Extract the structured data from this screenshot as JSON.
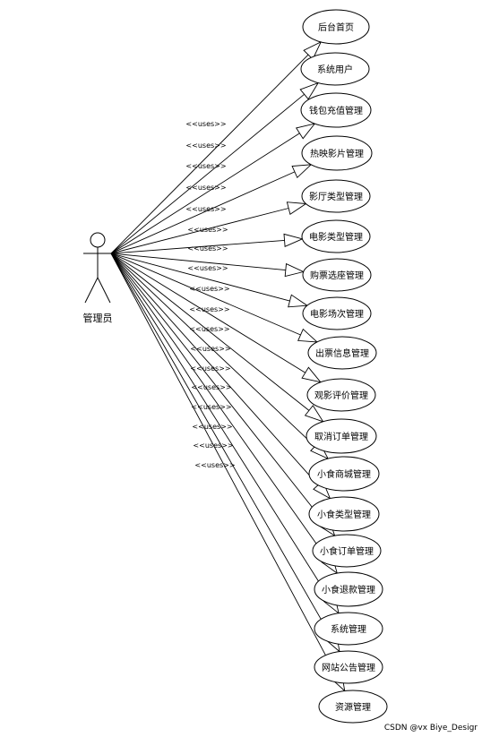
{
  "actor": {
    "name": "管理员",
    "icon": "stick-figure-icon"
  },
  "relation_label": "<<uses>>",
  "use_cases": [
    {
      "label": "后台首页"
    },
    {
      "label": "系统用户"
    },
    {
      "label": "钱包充值管理"
    },
    {
      "label": "热映影片管理"
    },
    {
      "label": "影厅类型管理"
    },
    {
      "label": "电影类型管理"
    },
    {
      "label": "购票选座管理"
    },
    {
      "label": "电影场次管理"
    },
    {
      "label": "出票信息管理"
    },
    {
      "label": "观影评价管理"
    },
    {
      "label": "取消订单管理"
    },
    {
      "label": "小食商城管理"
    },
    {
      "label": "小食类型管理"
    },
    {
      "label": "小食订单管理"
    },
    {
      "label": "小食退款管理"
    },
    {
      "label": "系统管理"
    },
    {
      "label": "网站公告管理"
    },
    {
      "label": "资源管理"
    }
  ],
  "watermark": "CSDN @vx Biye_Desigr"
}
